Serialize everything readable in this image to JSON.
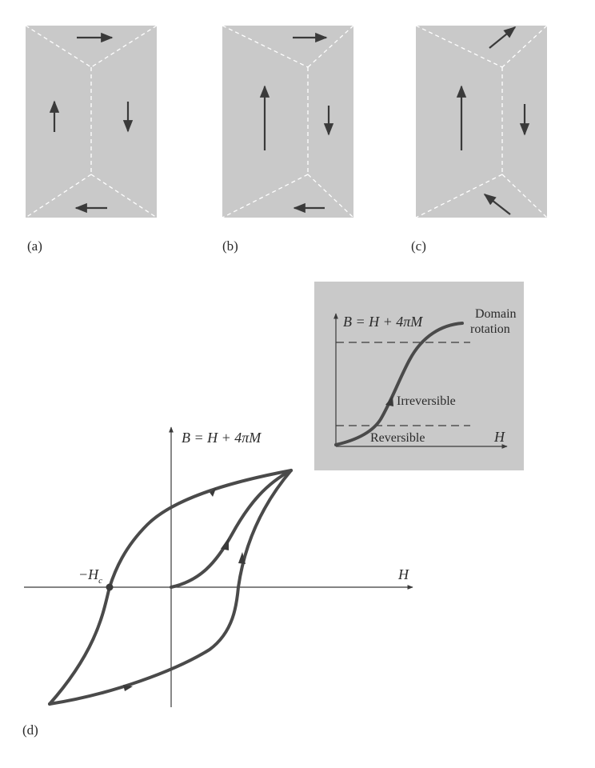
{
  "panels": [
    {
      "label": "(a)"
    },
    {
      "label": "(b)"
    },
    {
      "label": "(c)"
    }
  ],
  "hysteresis": {
    "label": "(d)",
    "y_axis_label": "B = H + 4πM",
    "x_axis_label": "H",
    "coercive_label_main": "−H",
    "coercive_label_sub": "c"
  },
  "inset": {
    "y_axis_label": "B = H + 4πM",
    "x_axis_label": "H",
    "region_top_line1": "Domain",
    "region_top_line2": "rotation",
    "region_mid": "Irreversible",
    "region_low": "Reversible"
  },
  "colors": {
    "panel_fill": "#c9c9c9",
    "ink": "#3a3a3a",
    "curve": "#4a4a4a"
  }
}
